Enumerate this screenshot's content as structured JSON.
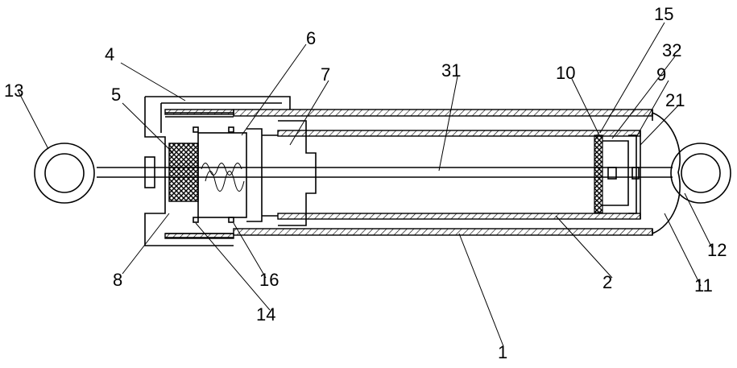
{
  "diagram": {
    "part_labels": [
      {
        "id": "p1",
        "text": "1"
      },
      {
        "id": "p2",
        "text": "2"
      },
      {
        "id": "p4",
        "text": "4"
      },
      {
        "id": "p5",
        "text": "5"
      },
      {
        "id": "p6",
        "text": "6"
      },
      {
        "id": "p7",
        "text": "7"
      },
      {
        "id": "p8",
        "text": "8"
      },
      {
        "id": "p9",
        "text": "9"
      },
      {
        "id": "p10",
        "text": "10"
      },
      {
        "id": "p11",
        "text": "11"
      },
      {
        "id": "p12",
        "text": "12"
      },
      {
        "id": "p13",
        "text": "13"
      },
      {
        "id": "p14",
        "text": "14"
      },
      {
        "id": "p15",
        "text": "15"
      },
      {
        "id": "p16",
        "text": "16"
      },
      {
        "id": "p21",
        "text": "21"
      },
      {
        "id": "p31",
        "text": "31"
      },
      {
        "id": "p32",
        "text": "32"
      }
    ]
  }
}
